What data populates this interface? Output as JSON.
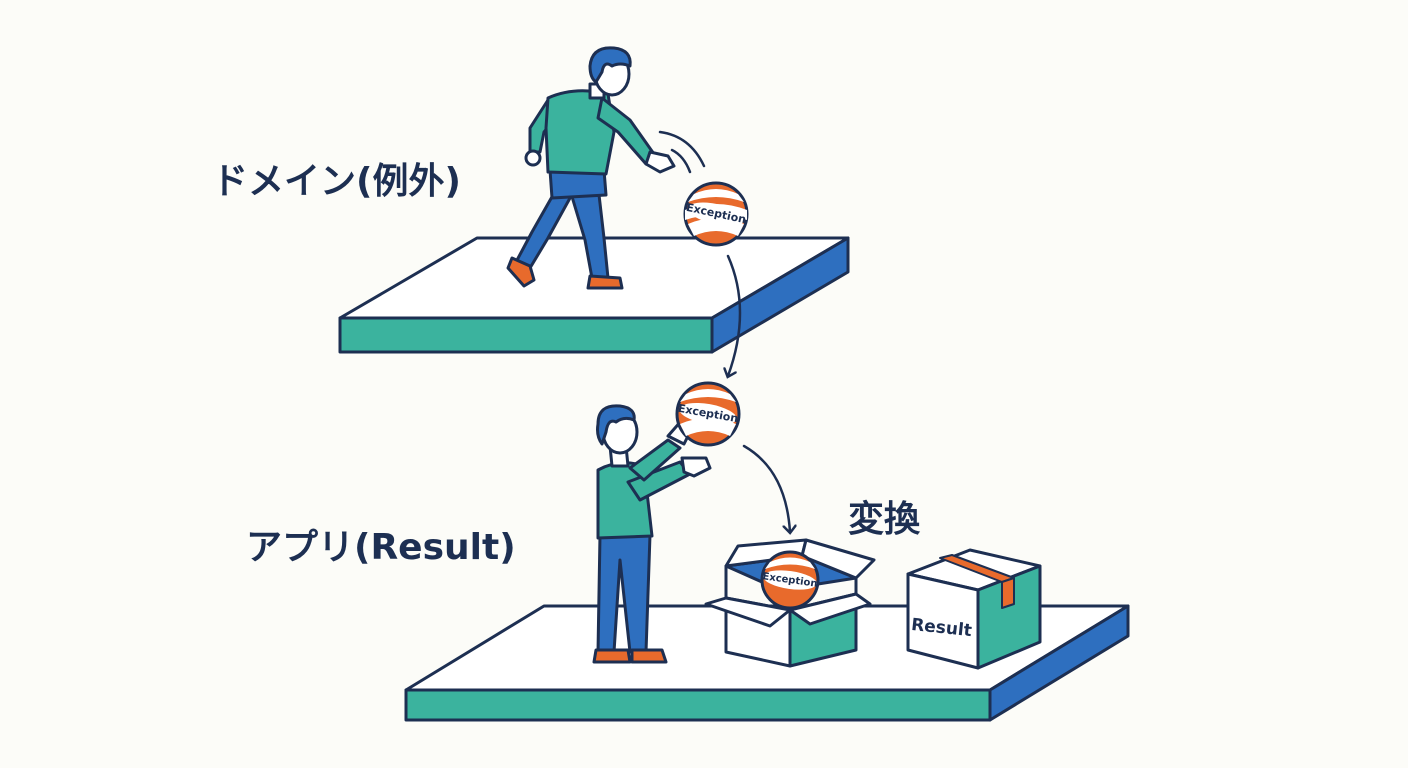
{
  "labels": {
    "domain": "ドメイン(例外)",
    "app": "アプリ(Result)",
    "convert": "変換"
  },
  "ball_label": "Exception",
  "box_label": "Result",
  "icons": [
    "person-throwing-icon",
    "person-catching-icon",
    "exception-ball-icon",
    "open-box-icon",
    "closed-box-icon",
    "arrow-icon"
  ],
  "colors": {
    "navy": "#1d2f52",
    "teal": "#3bb39e",
    "blue": "#2e6fbf",
    "orange": "#e86a2c",
    "white": "#ffffff"
  }
}
